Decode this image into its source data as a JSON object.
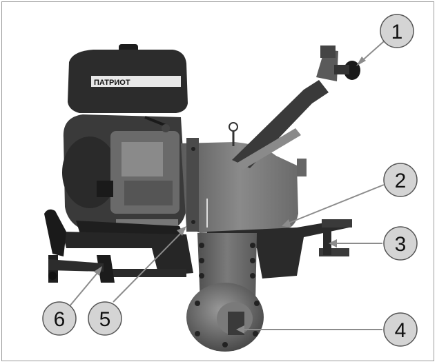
{
  "callouts": [
    {
      "id": "1",
      "label": "1"
    },
    {
      "id": "2",
      "label": "2"
    },
    {
      "id": "3",
      "label": "3"
    },
    {
      "id": "4",
      "label": "4"
    },
    {
      "id": "5",
      "label": "5"
    },
    {
      "id": "6",
      "label": "6"
    }
  ],
  "engine_brand_text": "ПАТРИОТ",
  "colors": {
    "frame_border": "#9a9a9a",
    "callout_fill": "#d4d4d4",
    "callout_stroke": "#555555",
    "leader_line": "#8c8c8c",
    "machine_dark": "#2a2a2a",
    "machine_mid": "#6a6a6a",
    "machine_light": "#9a9a9a"
  }
}
